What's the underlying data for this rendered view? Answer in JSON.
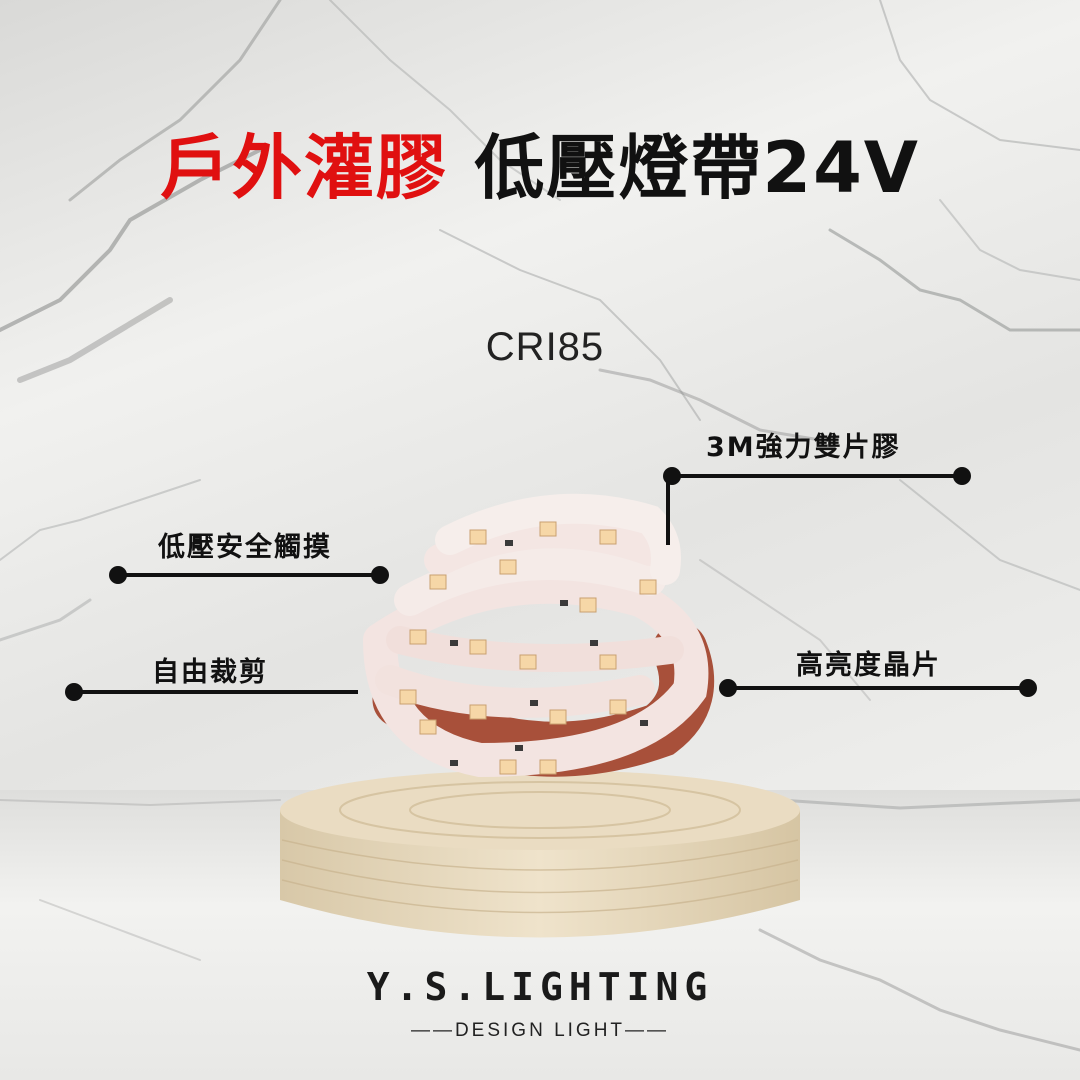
{
  "title": {
    "highlight": "戶外灌膠",
    "rest": "低壓燈帶24V"
  },
  "subtitle": "CRI85",
  "callouts": {
    "top_right": "3M強力雙片膠",
    "mid_left": "低壓安全觸摸",
    "low_left": "自由裁剪",
    "low_right": "高亮度晶片"
  },
  "brand": {
    "name": "Y.S.LIGHTING",
    "tagline": "——DESIGN LIGHT——"
  },
  "colors": {
    "accent": "#e01010",
    "text": "#111111",
    "line": "#111111"
  }
}
